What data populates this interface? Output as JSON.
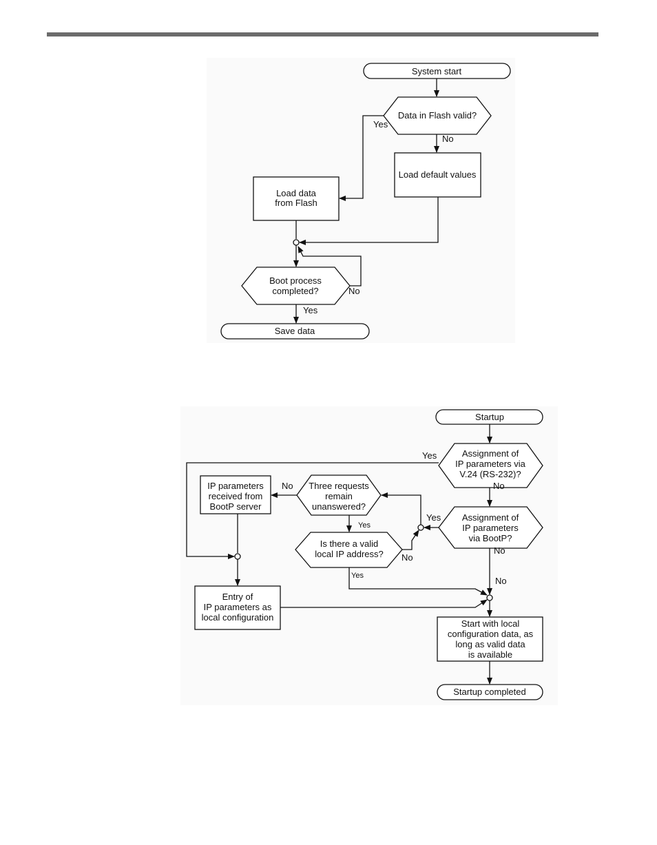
{
  "theme": {
    "line_color": "#111111",
    "bar_color": "#6b6b6b",
    "panel_color": "#fafafa"
  },
  "diagram1": {
    "start": "System start",
    "decision_flash": "Data in Flash valid?",
    "yes1": "Yes",
    "no1": "No",
    "load_default": "Load default values",
    "load_flash": [
      "Load data",
      "from Flash"
    ],
    "decision_boot": [
      "Boot process",
      "completed?"
    ],
    "no2": "No",
    "yes2": "Yes",
    "end": "Save data"
  },
  "diagram2": {
    "start": "Startup",
    "decision_v24": [
      "Assignment of",
      "IP parameters via",
      "V.24 (RS-232)?"
    ],
    "yes_v24": "Yes",
    "no_v24": "No",
    "decision_bootp": [
      "Assignment of",
      "IP parameters",
      "via BootP?"
    ],
    "yes_bootp": "Yes",
    "no_bootp": "No",
    "no_bootp2": "No",
    "decision_requests": [
      "Three requests",
      "remain",
      "unanswered?"
    ],
    "no_requests": "No",
    "yes_requests": "Yes",
    "received": [
      "IP parameters",
      "received from",
      "BootP server"
    ],
    "decision_valid": [
      "Is there a valid",
      "local IP address?"
    ],
    "no_valid": "No",
    "yes_valid": "Yes",
    "entry": [
      "Entry of",
      "IP parameters as",
      "local configuration"
    ],
    "start_local": [
      "Start with local",
      "configuration data, as",
      "long as valid data",
      "is available"
    ],
    "end": "Startup completed"
  }
}
